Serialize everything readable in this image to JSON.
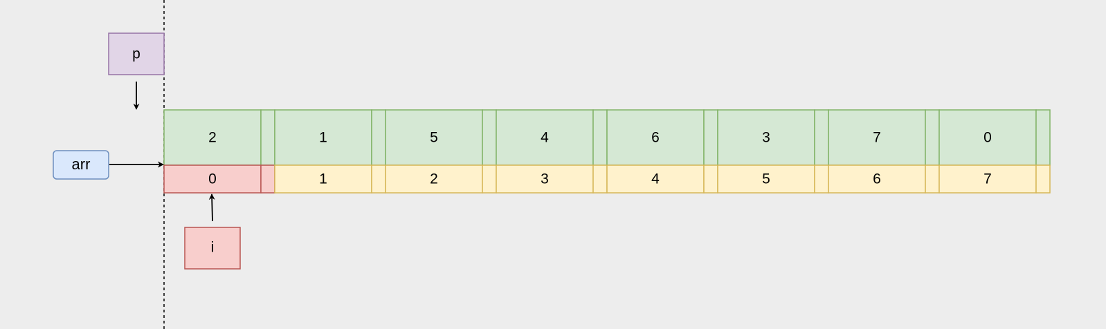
{
  "diagram": {
    "pointer_p": {
      "label": "p"
    },
    "array_var": {
      "label": "arr"
    },
    "index_var": {
      "label": "i"
    },
    "values": [
      "2",
      "1",
      "5",
      "4",
      "6",
      "3",
      "7",
      "0"
    ],
    "indices": [
      "0",
      "1",
      "2",
      "3",
      "4",
      "5",
      "6",
      "7"
    ],
    "highlighted_index": 0
  },
  "colors": {
    "background": "#ededed",
    "value_fill": "#d5e8d4",
    "value_stroke": "#82b366",
    "index_fill": "#fff2cc",
    "index_stroke": "#d6b656",
    "highlight_fill": "#f8cecc",
    "highlight_stroke": "#b85450",
    "pointer_fill": "#e1d5e7",
    "pointer_stroke": "#9673a6",
    "arr_fill": "#dae8fc",
    "arr_stroke": "#6c8ebf"
  }
}
